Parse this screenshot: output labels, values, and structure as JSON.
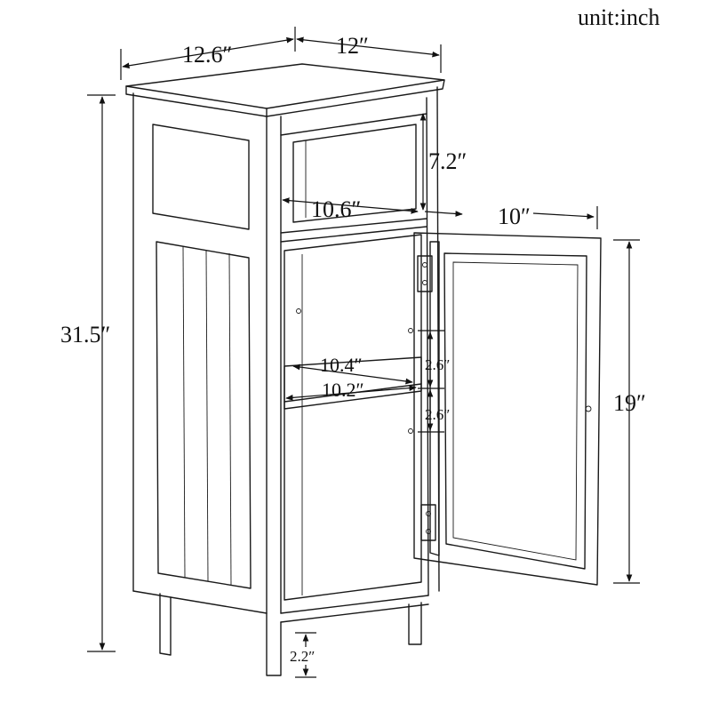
{
  "unit_label": "unit:inch",
  "dimensions": {
    "top_width": "12.6″",
    "top_depth": "12″",
    "total_height": "31.5″",
    "open_shelf_height": "7.2″",
    "open_shelf_width": "10.6″",
    "door_width": "10″",
    "door_height": "19″",
    "inner_shelf_depth": "10.4″",
    "inner_shelf_width": "10.2″",
    "shelf_gap_upper": "2.6″",
    "shelf_gap_lower": "2.6″",
    "leg_height": "2.2″"
  }
}
